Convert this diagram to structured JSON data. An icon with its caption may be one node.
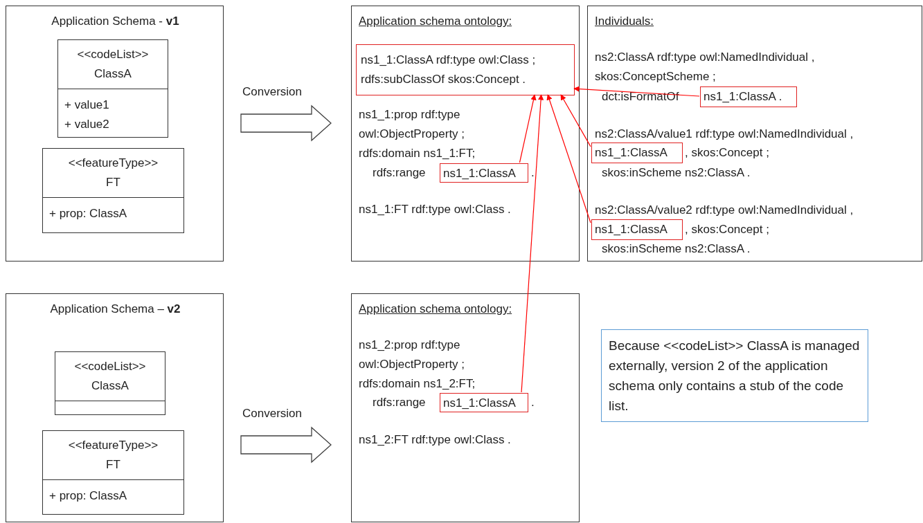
{
  "diagram": {
    "nodes": [
      {
        "text": [
          "Application Schema - **v1**"
        ]
      },
      {
        "text": [
          "<<codeList>> ClassA",
          "+ value1",
          "+ value2"
        ],
        "in": 0
      },
      {
        "text": [
          "<<featureType>> FT",
          "+ prop: ClassA"
        ],
        "in": 0
      },
      {
        "text": [
          "Application schema ontology:",
          "ns1_1:prop rdf:type owl:ObjectProperty ; rdfs:domain ns1_1:FT;",
          "ns1_1:FT rdf:type owl:Class ."
        ]
      },
      {
        "text": [
          "ns1_1:ClassA rdf:type owl:Class ; rdfs:subClassOf skos:Concept ."
        ],
        "in": 3
      },
      {
        "text": [
          "ns1_1:ClassA"
        ],
        "beside": [
          "rdfs:range",
          "."
        ],
        "in": 3
      },
      {
        "text": [
          "Individuals:",
          "ns2:ClassA rdf:type owl:NamedIndividual , skos:ConceptScheme ;",
          "ns2:ClassA/value1 rdf:type owl:NamedIndividual ,",
          "skos:inScheme ns2:ClassA .",
          "ns2:ClassA/value2 rdf:type owl:NamedIndividual ,",
          "skos:inScheme ns2:ClassA ."
        ]
      },
      {
        "text": [
          "ns1_1:ClassA ."
        ],
        "beside": [
          "dct:isFormatOf"
        ],
        "in": 6
      },
      {
        "text": [
          "ns1_1:ClassA"
        ],
        "beside": [
          ", skos:Concept ;"
        ],
        "in": 6
      },
      {
        "text": [
          "ns1_1:ClassA"
        ],
        "beside": [
          ", skos:Concept ;"
        ],
        "in": 6
      },
      {
        "text": [
          "Application Schema – **v2**"
        ]
      },
      {
        "text": [
          "<<codeList>> ClassA"
        ],
        "in": 10
      },
      {
        "text": [
          "<<featureType>> FT",
          "+ prop: ClassA"
        ],
        "in": 10
      },
      {
        "text": [
          "Application schema ontology:",
          "ns1_2:prop rdf:type owl:ObjectProperty ; rdfs:domain ns1_2:FT;",
          "ns1_2:FT rdf:type owl:Class ."
        ]
      },
      {
        "text": [
          "ns1_1:ClassA"
        ],
        "beside": [
          "rdfs:range",
          "."
        ],
        "in": 13
      },
      {
        "text": [
          "Because <<codeList>> ClassA is managed externally, version 2 of the application schema only contains a stub of the code list."
        ]
      }
    ],
    "edges": [
      {
        "from": 0,
        "to": 3,
        "arrow": "to",
        "label": "Conversion",
        "color": "#404040"
      },
      {
        "from": 10,
        "to": 13,
        "arrow": "to",
        "label": "Conversion",
        "color": "#404040"
      },
      {
        "from": 5,
        "to": 4,
        "arrow": "to"
      },
      {
        "from": 7,
        "to": 4,
        "arrow": "to"
      },
      {
        "from": 8,
        "to": 4,
        "arrow": "to"
      },
      {
        "from": 9,
        "to": 4,
        "arrow": "to"
      },
      {
        "from": 14,
        "to": 4,
        "arrow": "to"
      }
    ]
  }
}
